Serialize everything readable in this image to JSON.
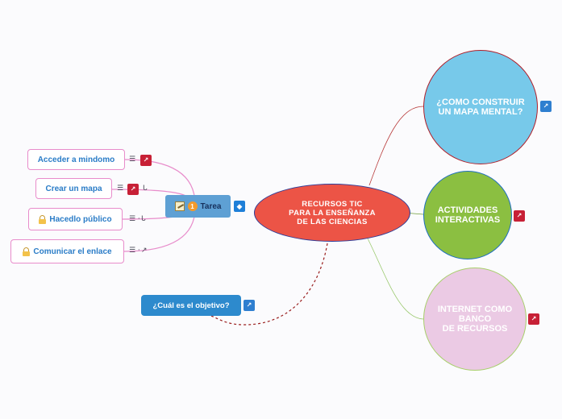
{
  "central": {
    "label": "RECURSOS TIC\nPARA LA ENSEÑANZA\nDE LAS CIENCIAS"
  },
  "branches": [
    {
      "label": "¿COMO CONSTRUIR\nUN MAPA MENTAL?"
    },
    {
      "label": "ACTIVIDADES\nINTERACTIVAS"
    },
    {
      "label": "INTERNET COMO\nBANCO\nDE RECURSOS"
    }
  ],
  "tarea": {
    "label": "Tarea",
    "priority": "1"
  },
  "subtopics": [
    {
      "label": "Acceder a mindomo"
    },
    {
      "label": "Crear un mapa"
    },
    {
      "label": "Hacedlo público"
    },
    {
      "label": "Comunicar el enlace"
    }
  ],
  "objetivo": {
    "label": "¿Cuál es el objetivo?"
  },
  "colors": {
    "central_fill": "#ec5446",
    "blue_circle": "#77c9ea",
    "green_circle": "#8bbf41",
    "pink_circle": "#ebcae4",
    "subtopic_border": "#e88ccb",
    "tarea_fill": "#5ea0d4",
    "objetivo_fill": "#2d8acd"
  },
  "icons": {
    "mindomo_badge": "mindomo-logo-icon",
    "notes": "notes-icon",
    "attachment": "paperclip-icon",
    "external_link": "external-link-icon",
    "lock": "lock-icon",
    "task": "task-icon",
    "dropbox": "dropbox-icon"
  }
}
